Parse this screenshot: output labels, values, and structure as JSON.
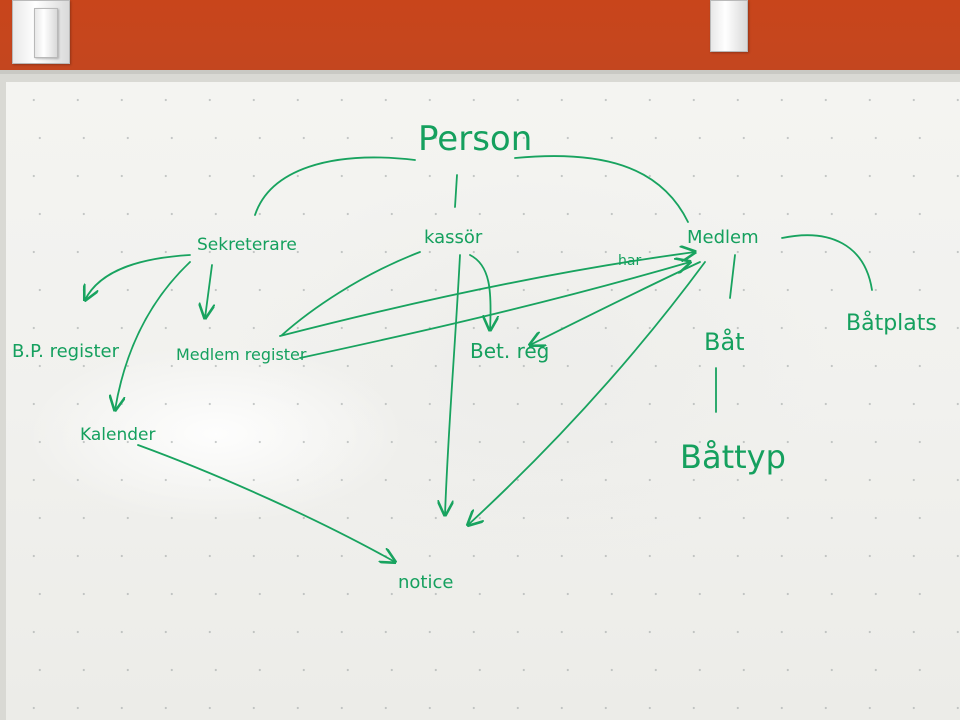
{
  "diagram": {
    "ink_color": "#18a35f",
    "nodes": {
      "person": "Person",
      "sekreterare": "Sekreterare",
      "kassor": "kassör",
      "medlem": "Medlem",
      "bp_register": "B.P. register",
      "medlem_register": "Medlem register",
      "bet_reg": "Bet. reg",
      "kalender": "Kalender",
      "notice": "notice",
      "bat": "Båt",
      "battyp": "Båttyp",
      "batplats": "Båtplats"
    },
    "edge_labels": {
      "har": "har"
    }
  }
}
